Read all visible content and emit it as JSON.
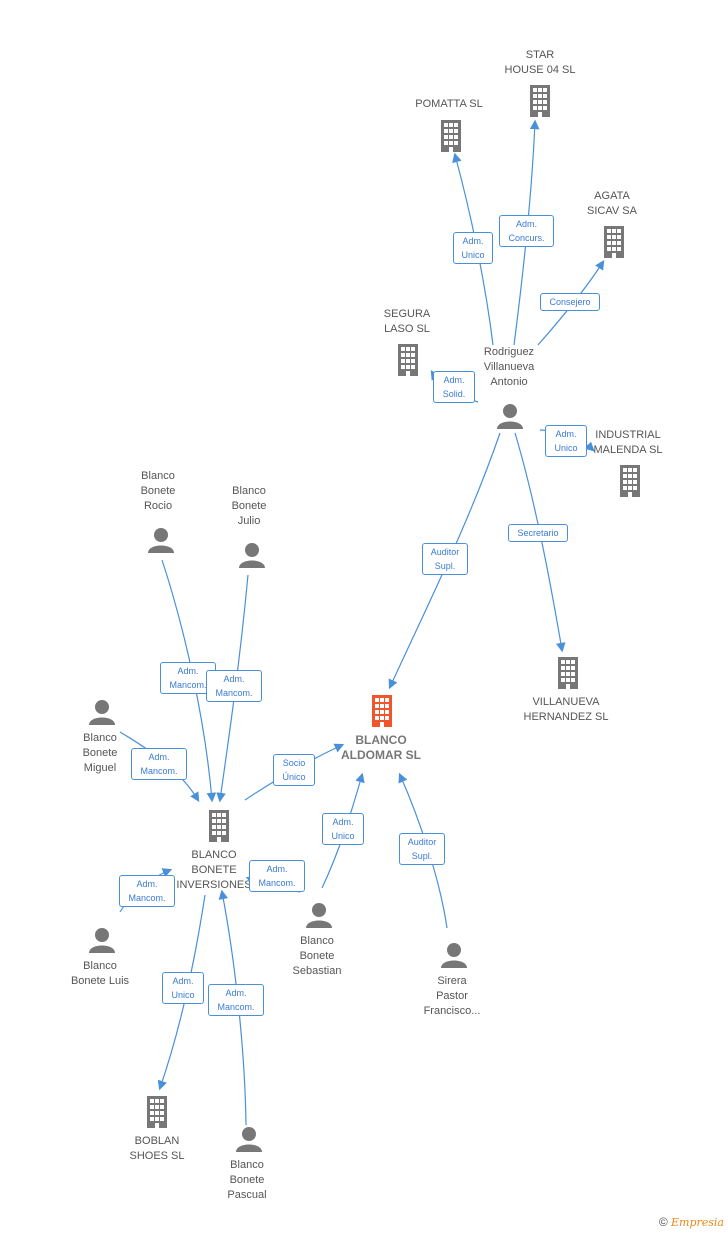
{
  "nodes": {
    "star_house": {
      "label": "STAR\nHOUSE 04 SL",
      "type": "company"
    },
    "pomatta": {
      "label": "POMATTA SL",
      "type": "company"
    },
    "agata": {
      "label": "AGATA\nSICAV SA",
      "type": "company"
    },
    "segura": {
      "label": "SEGURA\nLASO SL",
      "type": "company"
    },
    "rodriguez": {
      "label": "Rodriguez\nVillanueva\nAntonio",
      "type": "person"
    },
    "industrial": {
      "label": "INDUSTRIAL\nMALENDA SL",
      "type": "company"
    },
    "rocio": {
      "label": "Blanco\nBonete\nRocio",
      "type": "person"
    },
    "julio": {
      "label": "Blanco\nBonete\nJulio",
      "type": "person"
    },
    "miguel": {
      "label": "Blanco\nBonete\nMiguel",
      "type": "person"
    },
    "aldomar": {
      "label": "BLANCO\nALDOMAR SL",
      "type": "company-main"
    },
    "villanueva": {
      "label": "VILLANUEVA\nHERNANDEZ SL",
      "type": "company"
    },
    "inversiones": {
      "label": "BLANCO\nBONETE\nINVERSIONES",
      "type": "company"
    },
    "luis": {
      "label": "Blanco\nBonete Luis",
      "type": "person"
    },
    "sebastian": {
      "label": "Blanco\nBonete\nSebastian",
      "type": "person"
    },
    "sirera": {
      "label": "Sirera\nPastor\nFrancisco...",
      "type": "person"
    },
    "boblan": {
      "label": "BOBLAN\nSHOES  SL",
      "type": "company"
    },
    "pascual": {
      "label": "Blanco\nBonete\nPascual",
      "type": "person"
    }
  },
  "edges": {
    "e1": "Adm.\nUnico",
    "e2": "Adm.\nConcurs.",
    "e3": "Consejero",
    "e4": "Adm.\nSolid.",
    "e5": "Adm.\nUnico",
    "e6": "Auditor\nSupl.",
    "e7": "Secretario",
    "e8": "Adm.\nMancom.",
    "e9": "Adm.\nMancom.",
    "e10": "Adm.\nMancom.",
    "e11": "Socio\nÚnico",
    "e12": "Adm.\nUnico",
    "e13": "Auditor\nSupl.",
    "e14": "Adm.\nMancom.",
    "e15": "Adm.\nMancom.",
    "e16": "Adm.\nUnico",
    "e17": "Adm.\nMancom."
  },
  "colors": {
    "edge": "#4a90d9",
    "icon": "#777777",
    "main_icon": "#f0552b"
  },
  "footer": {
    "copyright": "©",
    "brand": "Empresia"
  }
}
